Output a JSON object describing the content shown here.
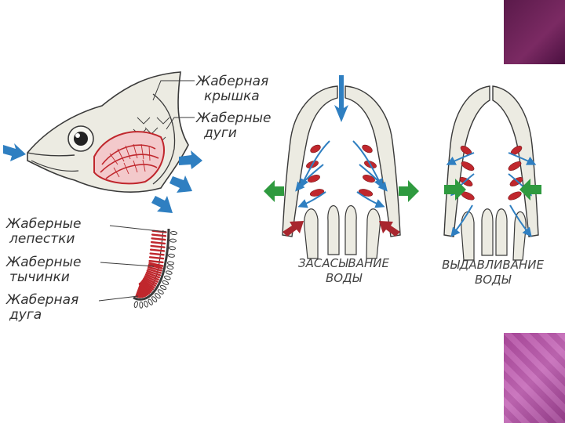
{
  "labels": {
    "operculum": [
      "Жаберная",
      "крышка"
    ],
    "gill_arches": [
      "Жаберные",
      "дуги"
    ],
    "gill_filaments": [
      "Жаберные",
      "лепестки"
    ],
    "gill_rakers": [
      "Жаберные",
      "тычинки"
    ],
    "gill_arch": [
      "Жаберная",
      "дуга"
    ]
  },
  "captions": {
    "suction": [
      "ЗАСАСЫВАНИЕ",
      "ВОДЫ"
    ],
    "expulsion": [
      "ВЫДАВЛИВАНИЕ",
      "ВОДЫ"
    ]
  },
  "colors": {
    "gill_red": "#c0272d",
    "water_blue": "#2f7fc1",
    "arrow_green": "#2f9a3f",
    "arrow_darkred": "#a8262e",
    "outline": "#3a3a3a",
    "body_fill": "#ecebe2",
    "deco_dark": "#6b1f58",
    "deco_light": "#c064b4"
  }
}
